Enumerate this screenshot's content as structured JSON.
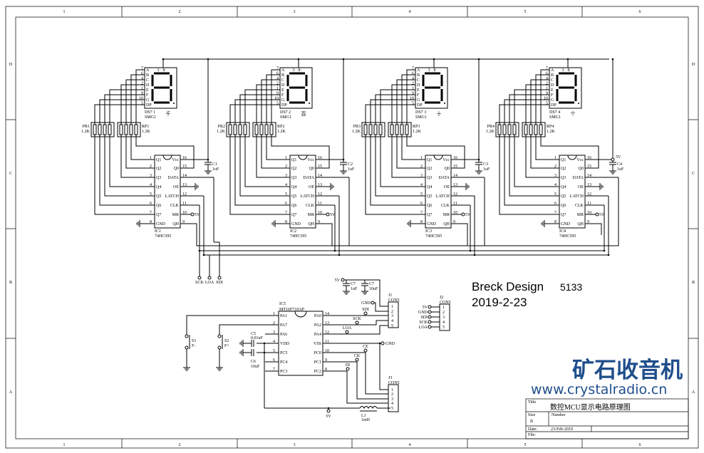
{
  "ruler": {
    "columns": [
      "1",
      "2",
      "3",
      "4",
      "5",
      "6"
    ],
    "rows": [
      "D",
      "C",
      "B",
      "A"
    ]
  },
  "segment_pins": {
    "names": [
      "A",
      "B",
      "C",
      "D",
      "E",
      "F",
      "G",
      "DP"
    ],
    "numbers": [
      "7",
      "6",
      "4",
      "2",
      "1",
      "9",
      "10",
      "5"
    ],
    "common": [
      "3",
      "8"
    ]
  },
  "ic595_pins": {
    "left_names": [
      "Q1",
      "Q2",
      "Q3",
      "Q4",
      "Q5",
      "Q6",
      "Q7",
      "GND"
    ],
    "left_numbers": [
      "1",
      "2",
      "3",
      "4",
      "5",
      "6",
      "7",
      "8"
    ],
    "right_names": [
      "Vcc",
      "Q0",
      "DATA",
      "OE",
      "LATCH",
      "CLK",
      "MR",
      "QH"
    ],
    "right_numbers": [
      "16",
      "15",
      "14",
      "13",
      "12",
      "11",
      "10",
      "9"
    ],
    "mr_net": "5V"
  },
  "units": [
    {
      "display": "DS7 1",
      "display_type": "SMG1",
      "digit": "千",
      "pack_a": "PR1",
      "pack_b": "RP1",
      "res_value": "1.2K",
      "ic": "IC1",
      "ic_type": "74HC595",
      "cap": "C1",
      "cap_value": "1uF"
    },
    {
      "display": "DS7 2",
      "display_type": "SMG1",
      "digit": "百",
      "pack_a": "PR2",
      "pack_b": "RP2",
      "res_value": "1.2K",
      "ic": "IC2",
      "ic_type": "74HC595",
      "cap": "C2",
      "cap_value": "1uF"
    },
    {
      "display": "DS7 3",
      "display_type": "SMG1",
      "digit": "十",
      "pack_a": "PR3",
      "pack_b": "RP3",
      "res_value": "1.2K",
      "ic": "IC3",
      "ic_type": "74HC595",
      "cap": "C3",
      "cap_value": "1uF"
    },
    {
      "display": "DS7 4",
      "display_type": "SMG1",
      "digit": "个",
      "pack_a": "PR4",
      "pack_b": "RP4",
      "res_value": "1.2K",
      "ic": "IC4",
      "ic_type": "74HC595",
      "cap": "C4",
      "cap_value": "1uF",
      "vcc_label": "5V"
    }
  ],
  "bus_terminals": [
    "SCK",
    "LOA",
    "SDI"
  ],
  "mcu": {
    "ref": "IC5",
    "type": "MT16F710AP",
    "left_names": [
      "PA1",
      "PA7",
      "PA6",
      "VDD",
      "PC5",
      "PC4",
      "PC3"
    ],
    "left_numbers": [
      "1",
      "2",
      "3",
      "4",
      "5",
      "6",
      "7"
    ],
    "right_names": [
      "PA0",
      "PA2",
      "PA4",
      "VSS",
      "PC0",
      "PC1",
      "PC2"
    ],
    "right_numbers": [
      "14",
      "13",
      "12",
      "11",
      "10",
      "9",
      "8"
    ],
    "right_nets": [
      "SDI",
      "SCK",
      "LOA",
      "GND",
      "CE",
      "CK",
      "DI"
    ]
  },
  "switches": [
    {
      "ref": "S1",
      "label": "F-"
    },
    {
      "ref": "S2",
      "label": "F+"
    }
  ],
  "caps": {
    "c5": {
      "ref": "C5",
      "value": "0.01uF"
    },
    "c6": {
      "ref": "C6",
      "value": "10uF"
    },
    "c7a": {
      "ref": "C7",
      "value": "1uF"
    },
    "c7b": {
      "ref": "C7",
      "value": "10uF"
    }
  },
  "power": {
    "v5": "5V",
    "gnd": "GND"
  },
  "inductor": {
    "ref": "L1",
    "value": "1mH"
  },
  "connectors": {
    "j1": {
      "ref": "J1",
      "type": "CON5",
      "pins": [
        "1",
        "2",
        "3",
        "4",
        "5"
      ]
    },
    "j2": {
      "ref": "J2",
      "type": "CON5",
      "pins": [
        "1",
        "2",
        "3",
        "4",
        "5"
      ],
      "nets": [
        "5V",
        "GND",
        "SDI",
        "SCK",
        "LOA"
      ]
    },
    "j3": {
      "ref": "J3",
      "type": "CON5",
      "pins": [
        "1",
        "2",
        "3",
        "4",
        "5"
      ]
    }
  },
  "annotation": {
    "author": "Breck Design",
    "code": "5133",
    "date": "2019-2-23"
  },
  "title_block": {
    "title_label": "Title",
    "title": "数控MCU显示电路原理图",
    "size_label": "Size",
    "size": "B",
    "number_label": "Number",
    "date_label": "Date:",
    "date": "23-Feb-2019",
    "file_label": "File:"
  },
  "watermark": {
    "cn": "矿石收音机",
    "url": "www.crystalradio.cn",
    "color": "#1f4e8c"
  }
}
